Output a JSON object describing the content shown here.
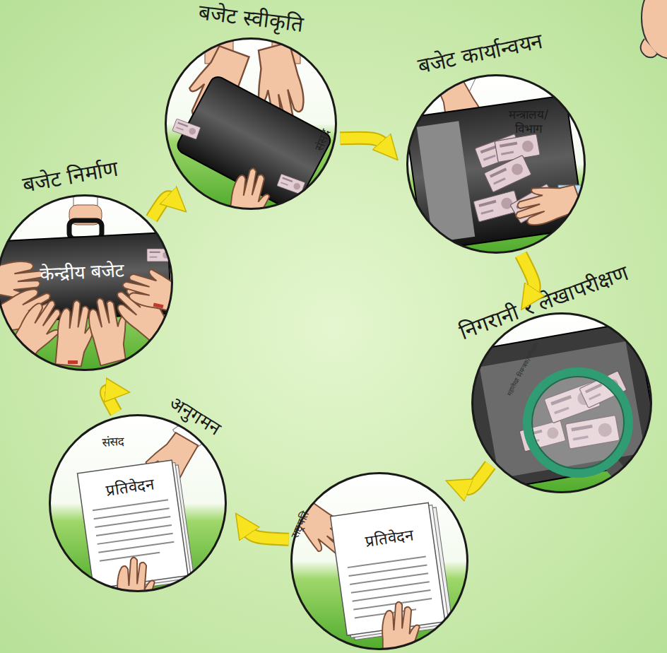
{
  "diagram": {
    "nodes": [
      {
        "text": [
          "बजेट निर्माण",
          "केन्द्रीय बजेट"
        ]
      },
      {
        "text": [
          "बजेट स्वीकृति",
          "संसद"
        ]
      },
      {
        "text": [
          "बजेट कार्यान्वयन",
          "मन्त्रालय/ विभाग"
        ]
      },
      {
        "text": [
          "निगरानी र लेखापरीक्षण",
          "महालेखा नियन्त्रक/परीक्षक"
        ]
      },
      {
        "text": [
          "राष्ट्रपति",
          "प्रतिवेदन"
        ]
      },
      {
        "text": [
          "अनुगमन",
          "संसद",
          "प्रतिवेदन"
        ]
      }
    ],
    "edges": [
      {
        "from": 0,
        "to": 1,
        "arrow": "to"
      },
      {
        "from": 1,
        "to": 2,
        "arrow": "to"
      },
      {
        "from": 2,
        "to": 3,
        "arrow": "to"
      },
      {
        "from": 3,
        "to": 4,
        "arrow": "to"
      },
      {
        "from": 4,
        "to": 5,
        "arrow": "to"
      },
      {
        "from": 5,
        "to": 0,
        "arrow": "to"
      }
    ]
  }
}
